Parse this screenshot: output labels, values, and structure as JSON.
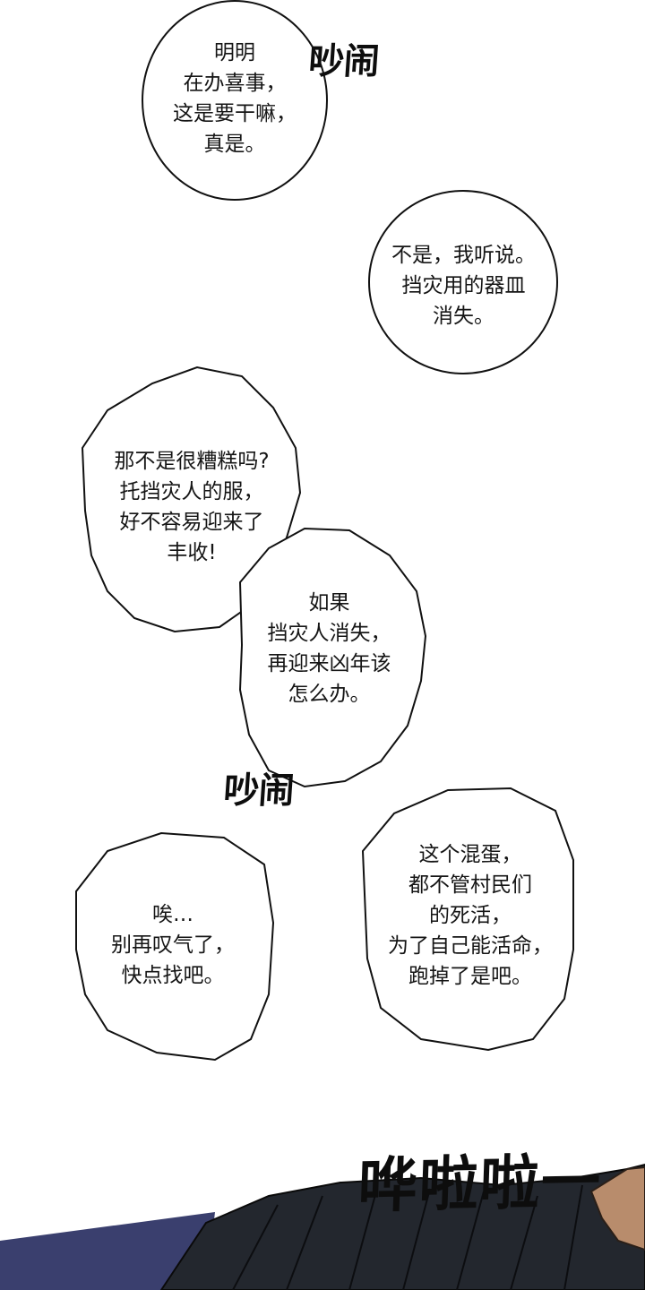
{
  "bubbles": [
    {
      "id": "b1",
      "lines": [
        "明明",
        "在办喜事，",
        "这是要干嘛，",
        "真是。"
      ]
    },
    {
      "id": "b2",
      "lines": [
        "不是，我听说。",
        "挡灾用的器皿",
        "消失。"
      ]
    },
    {
      "id": "b3",
      "lines": [
        "那不是很糟糕吗?",
        "托挡灾人的服，",
        "好不容易迎来了",
        "丰收!"
      ]
    },
    {
      "id": "b4",
      "lines": [
        "如果",
        "挡灾人消失，",
        "再迎来凶年该",
        "怎么办。"
      ]
    },
    {
      "id": "b5",
      "lines": [
        "唉…",
        "别再叹气了，",
        "快点找吧。"
      ]
    },
    {
      "id": "b6",
      "lines": [
        "这个混蛋，",
        "都不管村民们",
        "的死活，",
        "为了自己能活命，",
        "跑掉了是吧。"
      ]
    }
  ],
  "sfx": {
    "noise_top": "吵闹",
    "noise_mid": "吵闹",
    "whoosh": "哗啦啦一"
  },
  "colors": {
    "ink": "#111111",
    "hair": "#23272e",
    "cloth_blue": "#3a3f6e",
    "skin": "#b88c6c"
  }
}
